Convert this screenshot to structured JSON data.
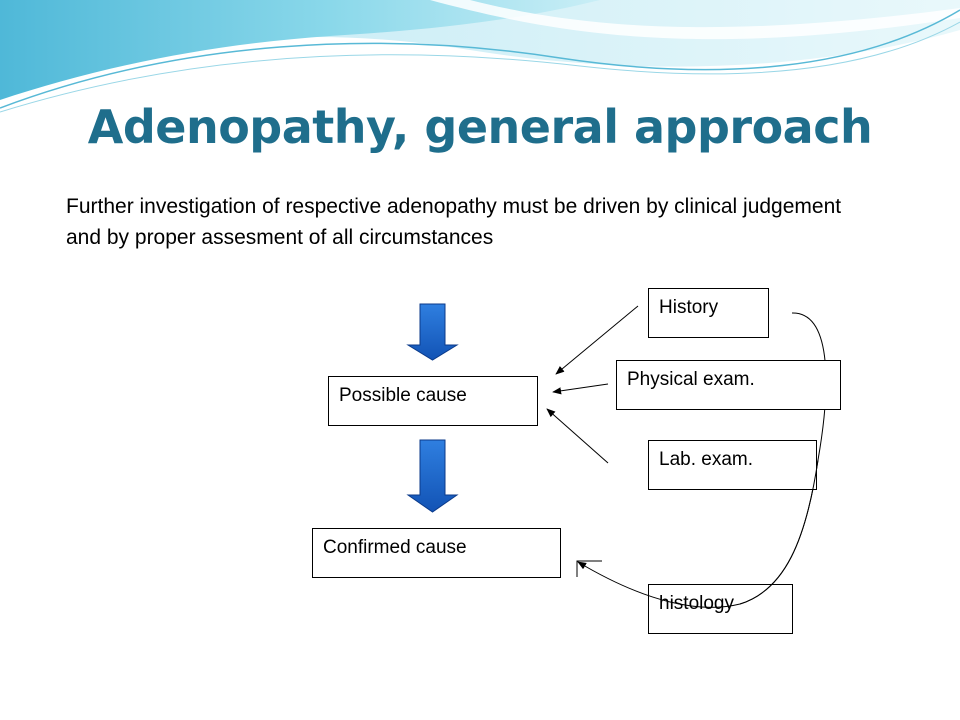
{
  "slide": {
    "title": "Adenopathy, general approach",
    "subtitle": "Further investigation of respective adenopathy must be driven by clinical judgement and by proper assesment of all circumstances"
  },
  "diagram": {
    "nodes": {
      "possible_cause": "Possible cause",
      "confirmed_cause": "Confirmed cause",
      "history": "History",
      "physical_exam": "Physical exam.",
      "lab_exam": "Lab. exam.",
      "histology": "histology"
    }
  },
  "colors": {
    "title": "#1f6e8c",
    "block_arrow_top": "#2f7fe0",
    "block_arrow_bottom": "#1253b5",
    "block_arrow_edge": "#0b3a8a",
    "wave_light": "#cdeef5",
    "wave_mid": "#7fd1e4",
    "wave_dark": "#3aa9cf"
  }
}
